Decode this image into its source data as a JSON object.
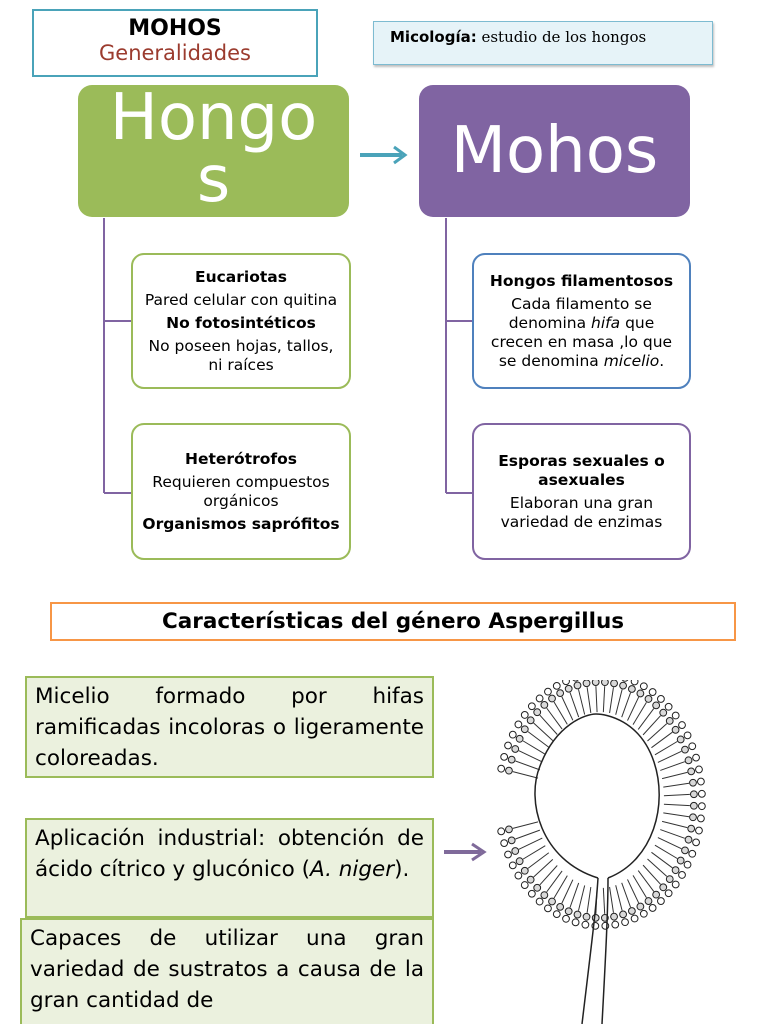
{
  "header": {
    "title": "MOHOS",
    "subtitle": "Generalidades"
  },
  "definition": {
    "term": "Micología:",
    "text": " estudio de los hongos"
  },
  "hongos": {
    "label_line1": "Hongo",
    "label_line2": "s",
    "box1": {
      "h1": "Eucariotas",
      "t1": "Pared celular con quitina",
      "h2": "No fotosintéticos",
      "t2": "No poseen hojas, tallos, ni raíces"
    },
    "box2": {
      "h1": "Heterótrofos",
      "t1": "Requieren compuestos orgánicos",
      "h2": "Organismos saprófitos"
    }
  },
  "mohos": {
    "label": "Mohos",
    "box1": {
      "h1": "Hongos filamentosos",
      "t1_a": "Cada filamento se denomina ",
      "t1_italic1": "hifa",
      "t1_b": " que crecen en masa ,lo que se denomina ",
      "t1_italic2": "micelio",
      "t1_c": "."
    },
    "box2": {
      "h1": "Esporas sexuales o asexuales",
      "t1": "Elaboran una gran variedad de enzimas"
    }
  },
  "section": {
    "title": "Características del género Aspergillus"
  },
  "info": {
    "p1": "Micelio formado por hifas ramificadas incoloras o ligeramente coloreadas.",
    "p2_a": "Aplicación industrial: obtención de ácido cítrico y glucónico (",
    "p2_italic": "A. niger",
    "p2_b": ").",
    "p3": "Capaces de utilizar una gran variedad de sustratos a causa de la gran cantidad de"
  },
  "colors": {
    "green": "#9bbb59",
    "purple": "#8064a2",
    "blue": "#4f81bd",
    "teal": "#4aa3b9",
    "orange": "#f79646"
  }
}
